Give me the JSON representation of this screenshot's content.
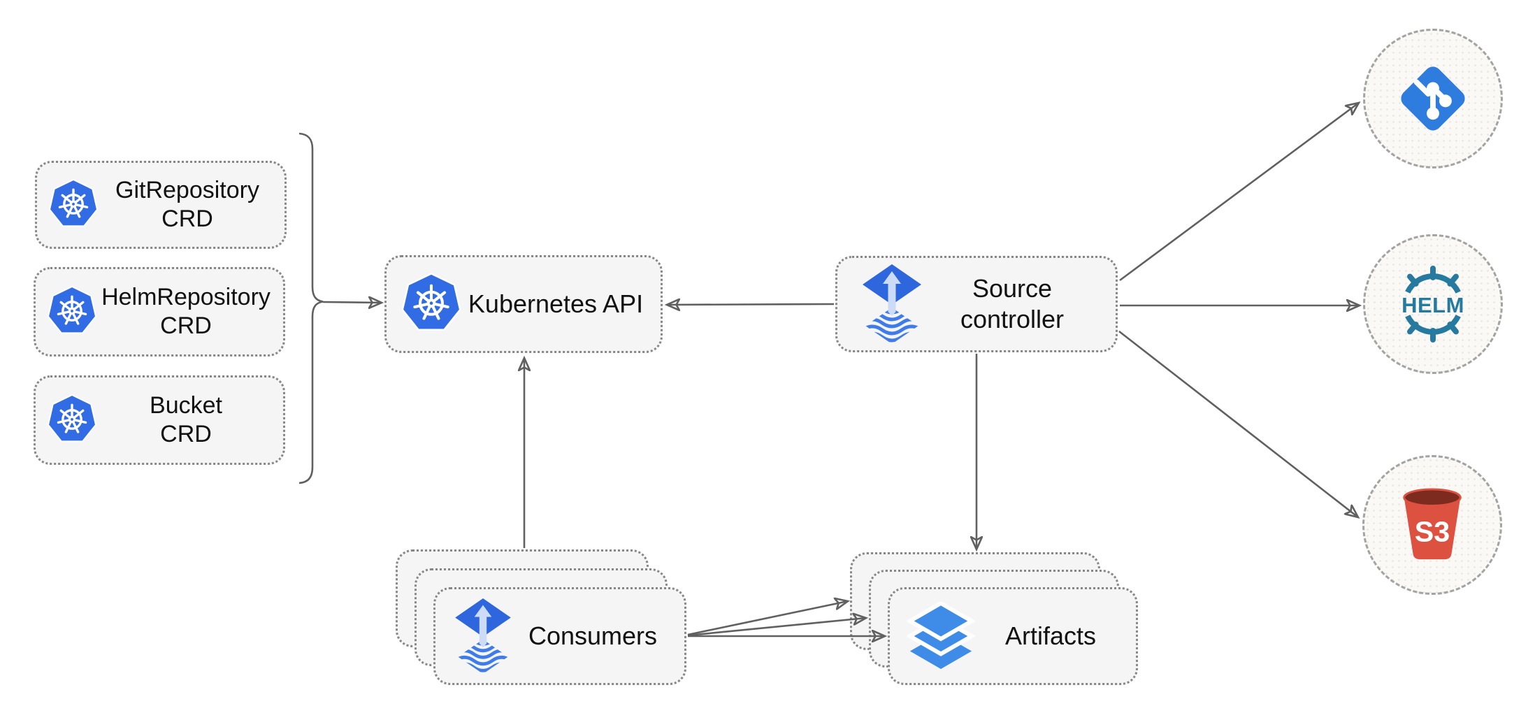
{
  "nodes": {
    "crd_boxes": [
      {
        "line1": "GitRepository",
        "line2": "CRD"
      },
      {
        "line1": "HelmRepository",
        "line2": "CRD"
      },
      {
        "line1": "Bucket",
        "line2": "CRD"
      }
    ],
    "kubernetes_api": {
      "label": "Kubernetes API"
    },
    "source_controller": {
      "line1": "Source",
      "line2": "controller"
    },
    "consumers": {
      "label": "Consumers"
    },
    "artifacts": {
      "label": "Artifacts"
    },
    "helm_source": {
      "label": "HELM"
    },
    "s3_source": {
      "label": "S3"
    }
  },
  "icons": [
    "kubernetes-icon",
    "flux-icon",
    "layers-icon",
    "git-icon",
    "helm-icon",
    "s3-bucket-icon"
  ],
  "colors": {
    "kubernetes_blue": "#326CE5",
    "flux_blue": "#2e66dd",
    "flux_arrow_light": "#ccdcf6",
    "flux_wave_blue": "#3f7ce8",
    "git_blue": "#2f7cdf",
    "layers_blue": "#3f8ce8",
    "helm_teal": "#277a9f",
    "s3_red": "#dd5141",
    "s3_dark_red": "#7e2b1f",
    "arrow_gray": "#606060",
    "node_bg": "#f5f5f5",
    "node_border": "#878787",
    "circle_bg": "#faf9f6",
    "circle_border": "#a3a3a3",
    "text_color": "#111111"
  }
}
